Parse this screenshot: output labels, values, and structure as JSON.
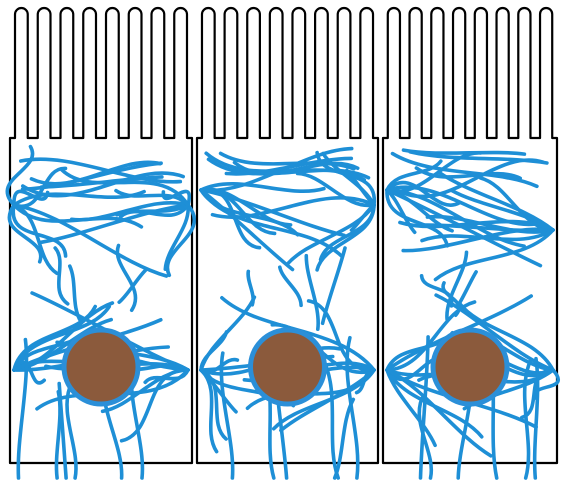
{
  "diagram": {
    "description_free": true,
    "cells": [
      {
        "id": "cell-1",
        "nucleus": true
      },
      {
        "id": "cell-2",
        "nucleus": true
      },
      {
        "id": "cell-3",
        "nucleus": true
      }
    ],
    "microvilli_per_cell": 8,
    "colors": {
      "outline": "#000000",
      "filament": "#1e8fd6",
      "nucleus_fill": "#8b5a3c",
      "nucleus_rim": "#2b8fd8",
      "background": "#ffffff"
    }
  }
}
